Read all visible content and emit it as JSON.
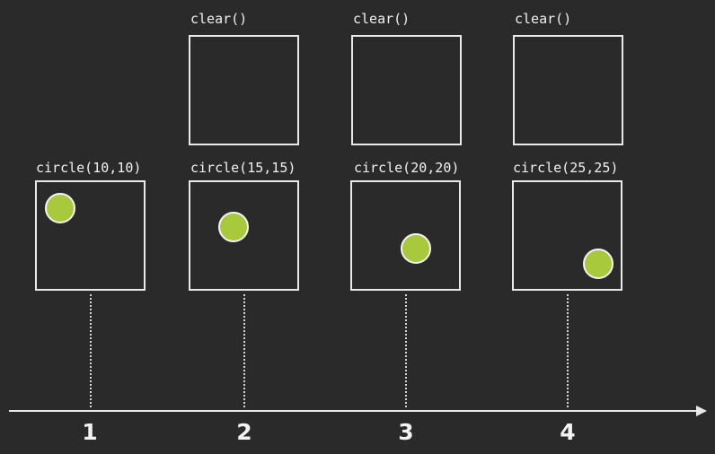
{
  "steps": [
    {
      "number": "1",
      "clear_label": "",
      "circle_label": "circle(10,10)"
    },
    {
      "number": "2",
      "clear_label": "clear()",
      "circle_label": "circle(15,15)"
    },
    {
      "number": "3",
      "clear_label": "clear()",
      "circle_label": "circle(20,20)"
    },
    {
      "number": "4",
      "clear_label": "clear()",
      "circle_label": "circle(25,25)"
    }
  ],
  "colors": {
    "background": "#2a2a2a",
    "circle_fill": "#a7c93b",
    "outline": "#e9e9e9"
  }
}
